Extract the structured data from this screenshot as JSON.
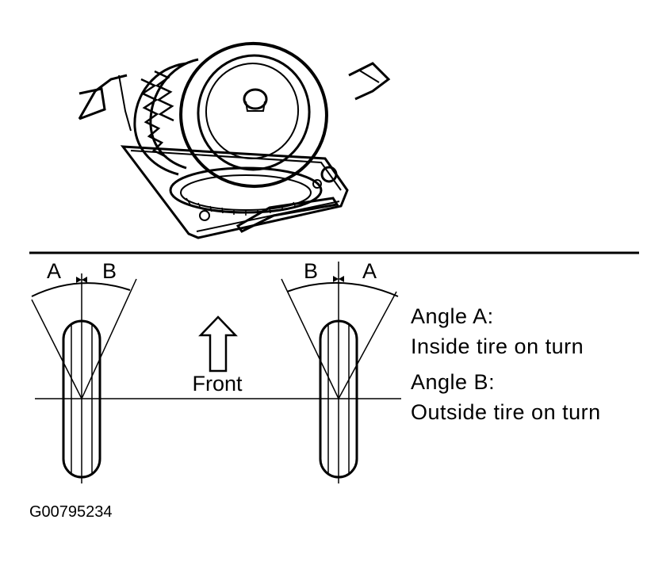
{
  "diagram": {
    "left_wheel": {
      "label_left": "A",
      "label_right": "B"
    },
    "right_wheel": {
      "label_left": "B",
      "label_right": "A"
    },
    "direction_label": "Front",
    "legend": {
      "angle_a_title": "Angle A:",
      "angle_a_desc": "Inside tire on turn",
      "angle_b_title": "Angle B:",
      "angle_b_desc": "Outside tire on turn"
    },
    "figure_code": "G00795234"
  }
}
